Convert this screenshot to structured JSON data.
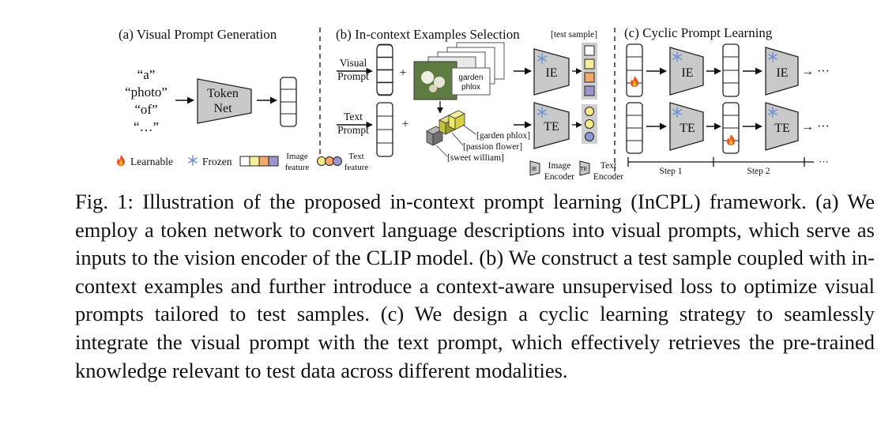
{
  "figure": {
    "panel_a": {
      "title": "(a) Visual Prompt Generation",
      "words": [
        "“a”",
        "“photo”",
        "“of”",
        "“…”"
      ],
      "token_net": [
        "Token",
        "Net"
      ]
    },
    "panel_b": {
      "title": "(b) In-context Examples Selection",
      "test_sample": "[test sample]",
      "visual_prompt": [
        "Visual",
        "Prompt"
      ],
      "text_prompt": [
        "Text",
        "Prompt"
      ],
      "garden_card": [
        "garden",
        "phlox"
      ],
      "class_labels": [
        "[garden phlox]",
        "[passion flower]",
        "[sweet william]"
      ],
      "ie": "IE",
      "te": "TE"
    },
    "panel_c": {
      "title": "(c) Cyclic Prompt Learning",
      "ie": "IE",
      "te": "TE",
      "ellipsis": "→ ···",
      "steps": [
        "Step 1",
        "Step 2"
      ],
      "axis_ellipsis": "···"
    },
    "legend": {
      "learnable": "Learnable",
      "frozen": "Frozen",
      "image_feature": [
        "Image",
        "feature"
      ],
      "text_feature": [
        "Text",
        "feature"
      ],
      "image_encoder": [
        "Image",
        "Encoder"
      ],
      "text_encoder": [
        "Text",
        "Encoder"
      ],
      "ie_abbr": "IE",
      "te_abbr": "TE"
    },
    "colors": {
      "encoder_fill": "#c9c9c9",
      "feature_white": "#ffffff",
      "feature_yellow": "#f6ee9a",
      "feature_orange": "#f2a86a",
      "feature_purple": "#9b97cc",
      "text_feat_yellow": "#f3e98a",
      "text_feat_blue": "#8a9bd6",
      "cube_grey": "#8c8c8c",
      "cube_olive": "#c3c23f",
      "cube_yellow": "#f1e86a",
      "flame": "#e8541e",
      "snow": "#6a8fd6"
    }
  },
  "caption": {
    "label": "Fig. 1:",
    "text": "Illustration of the proposed in-context prompt learning (InCPL) framework. (a) We employ a token network to convert language descriptions into visual prompts, which serve as inputs to the vision encoder of the CLIP model. (b) We construct a test sample coupled with in-context examples and further introduce a context-aware unsupervised loss to optimize visual prompts tailored to test samples. (c) We design a cyclic learning strategy to seamlessly integrate the visual prompt with the text prompt, which effectively retrieves the pre-trained knowledge relevant to test data across different modalities."
  }
}
